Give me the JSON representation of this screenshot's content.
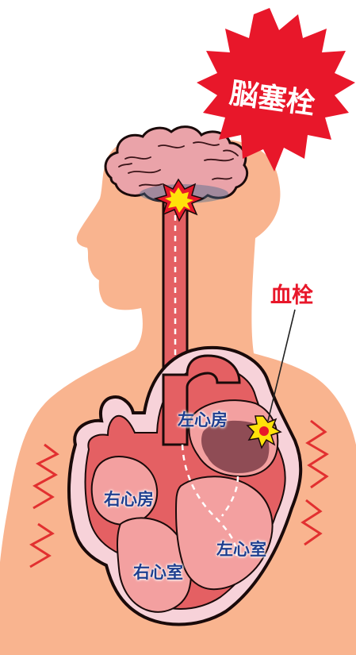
{
  "labels": {
    "stroke": "脳塞栓",
    "embolus": "血栓",
    "left_atrium": "左心房",
    "right_atrium": "右心房",
    "left_ventricle": "左心室",
    "right_ventricle": "右心室"
  },
  "colors": {
    "skin": "#f9b48f",
    "heart_red": "#e46063",
    "heart_light": "#f3a0a0",
    "heart_inner": "#f7d2d9",
    "brain": "#eaa3a9",
    "burst_red": "#e8172a",
    "label_blue": "#1f3f8f",
    "vibration_red": "#e23030",
    "clot_yellow": "#ffe20a",
    "dark_chamber": "#8f4c55"
  },
  "icons": {
    "burst": "burst-icon",
    "clot": "clot-icon",
    "vibration": "vibration-lines-icon"
  }
}
